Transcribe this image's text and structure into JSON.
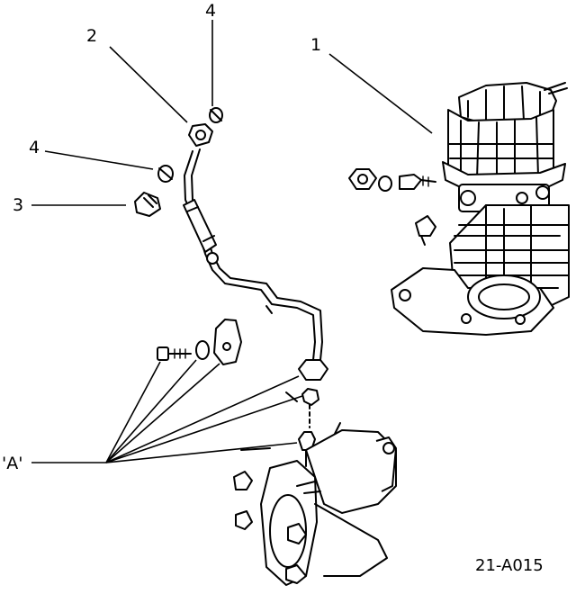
{
  "callouts": [
    {
      "id": "1",
      "text": "1"
    },
    {
      "id": "2",
      "text": "2"
    },
    {
      "id": "3",
      "text": "3"
    },
    {
      "id": "4a",
      "text": "4"
    },
    {
      "id": "4b",
      "text": "4"
    },
    {
      "id": "A",
      "text": "'A'"
    }
  ],
  "figure_code": "21-A015"
}
